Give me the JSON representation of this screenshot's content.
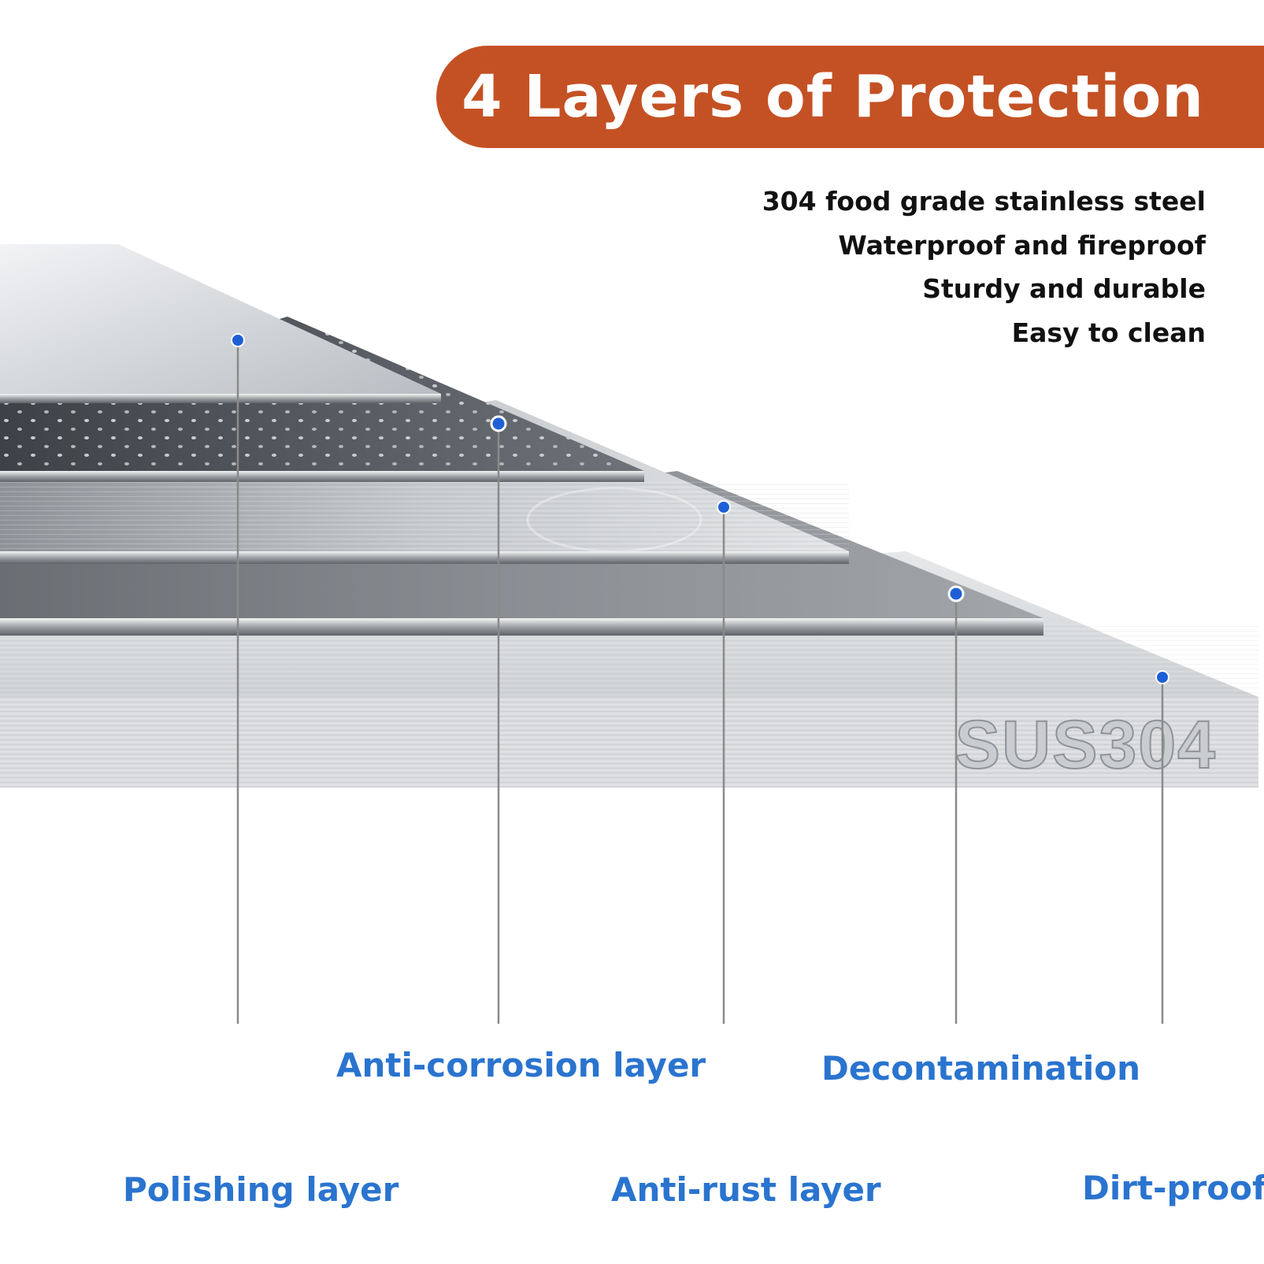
{
  "banner": {
    "title": "4 Layers of Protection",
    "color": "#c45124"
  },
  "features": [
    "304 food grade stainless steel",
    "Waterproof and fireproof",
    "Sturdy and durable",
    "Easy to clean"
  ],
  "plate_mark": "SUS304",
  "callouts": [
    {
      "label": "Polishing layer"
    },
    {
      "label": "Anti-corrosion layer"
    },
    {
      "label": "Anti-rust layer"
    },
    {
      "label": "Decontamination"
    },
    {
      "label": "Dirt-proof"
    }
  ],
  "colors": {
    "label": "#2a74cf",
    "dot": "#1f5fd6",
    "leader": "#8a8a8a"
  }
}
